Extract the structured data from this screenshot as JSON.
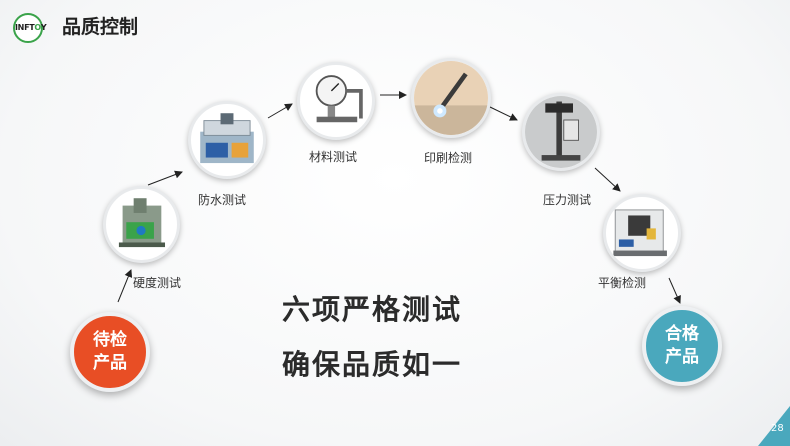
{
  "header": {
    "logo_text_a": "INFT",
    "logo_text_b": "O",
    "logo_text_c": "Y",
    "title": "品质控制"
  },
  "start_node": {
    "line1": "待检",
    "line2": "产品"
  },
  "end_node": {
    "line1": "合格",
    "line2": "产品"
  },
  "steps": [
    {
      "label": "硬度测试",
      "icon": "hardness-tester-icon"
    },
    {
      "label": "防水测试",
      "icon": "waterproof-machine-icon"
    },
    {
      "label": "材料测试",
      "icon": "thickness-gauge-icon"
    },
    {
      "label": "印刷检测",
      "icon": "light-pen-icon"
    },
    {
      "label": "压力测试",
      "icon": "pressure-tester-icon"
    },
    {
      "label": "平衡检测",
      "icon": "balance-tester-icon"
    }
  ],
  "headline": {
    "line1": "六项严格测试",
    "line2": "确保品质如一"
  },
  "page_number": "28",
  "colors": {
    "accent_green": "#3aa34a",
    "start_red": "#e84e25",
    "end_teal": "#4aa8bd",
    "corner": "#4aa8bd"
  }
}
